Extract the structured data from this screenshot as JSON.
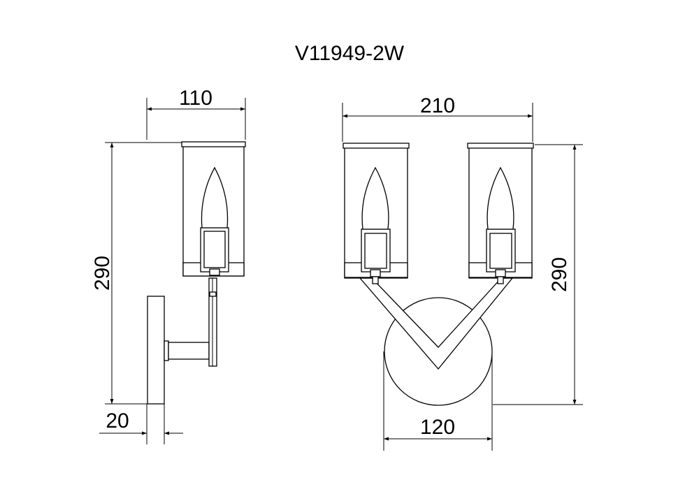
{
  "drawing": {
    "model": "V11949-2W",
    "side_view": {
      "width_label": "110",
      "height_label": "290",
      "depth_label": "20"
    },
    "front_view": {
      "width_label": "210",
      "height_label": "290",
      "base_label": "120"
    }
  }
}
